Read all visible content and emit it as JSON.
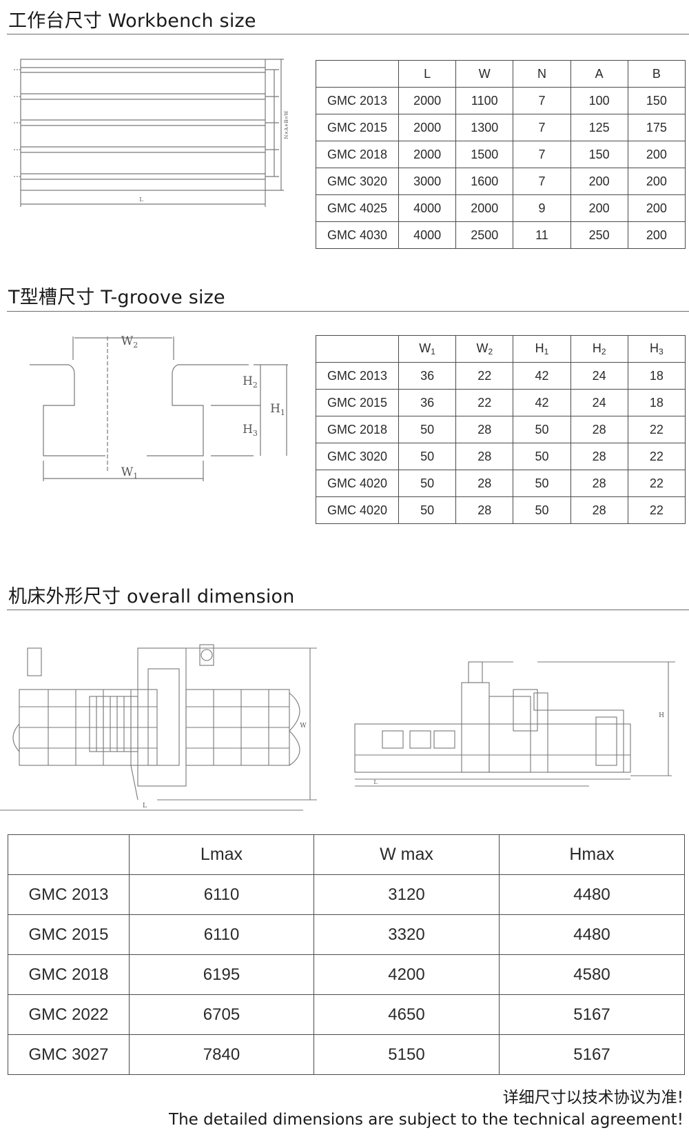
{
  "workbench": {
    "title": "工作台尺寸  Workbench size",
    "headers": [
      "",
      "L",
      "W",
      "N",
      "A",
      "B"
    ],
    "rows": [
      [
        "GMC 2013",
        "2000",
        "1100",
        "7",
        "100",
        "150"
      ],
      [
        "GMC 2015",
        "2000",
        "1300",
        "7",
        "125",
        "175"
      ],
      [
        "GMC 2018",
        "2000",
        "1500",
        "7",
        "150",
        "200"
      ],
      [
        "GMC 3020",
        "3000",
        "1600",
        "7",
        "200",
        "200"
      ],
      [
        "GMC 4025",
        "4000",
        "2000",
        "9",
        "200",
        "200"
      ],
      [
        "GMC 4030",
        "4000",
        "2500",
        "11",
        "250",
        "200"
      ]
    ],
    "drawing_labels": {
      "length": "L",
      "width": "N×A+B=W"
    }
  },
  "tgroove": {
    "title": "T型槽尺寸 T-groove size",
    "headers": [
      {
        "base": "W",
        "sub": "1"
      },
      {
        "base": "W",
        "sub": "2"
      },
      {
        "base": "H",
        "sub": "1"
      },
      {
        "base": "H",
        "sub": "2"
      },
      {
        "base": "H",
        "sub": "3"
      }
    ],
    "rows": [
      [
        "GMC 2013",
        "36",
        "22",
        "42",
        "24",
        "18"
      ],
      [
        "GMC 2015",
        "36",
        "22",
        "42",
        "24",
        "18"
      ],
      [
        "GMC 2018",
        "50",
        "28",
        "50",
        "28",
        "22"
      ],
      [
        "GMC 3020",
        "50",
        "28",
        "50",
        "28",
        "22"
      ],
      [
        "GMC 4020",
        "50",
        "28",
        "50",
        "28",
        "22"
      ],
      [
        "GMC 4020",
        "50",
        "28",
        "50",
        "28",
        "22"
      ]
    ],
    "drawing_labels": {
      "w1": "W1",
      "w2": "W2",
      "h1": "H1",
      "h2": "H2",
      "h3": "H3"
    }
  },
  "overall": {
    "title": "机床外形尺寸 overall dimension",
    "headers": [
      {
        "main": "L",
        "sub": "max"
      },
      {
        "main": "W",
        "sub": " max"
      },
      {
        "main": "H",
        "sub": "max"
      }
    ],
    "rows": [
      [
        "GMC 2013",
        "6110",
        "3120",
        "4480"
      ],
      [
        "GMC  2015",
        "6110",
        "3320",
        "4480"
      ],
      [
        "GMC  2018",
        "6195",
        "4200",
        "4580"
      ],
      [
        "GMC  2022",
        "6705",
        "4650",
        "5167"
      ],
      [
        "GMC  3027",
        "7840",
        "5150",
        "5167"
      ]
    ],
    "drawing_labels": {
      "top_w": "W",
      "top_l": "L",
      "side_h": "H",
      "side_l": "L"
    }
  },
  "footer": {
    "cn": "详细尺寸以技术协议为准!",
    "en": "The detailed dimensions are subject to the technical agreement!"
  },
  "colors": {
    "line": "#4a4a4a",
    "drawing": "#777777",
    "text": "#1f1f1f"
  }
}
